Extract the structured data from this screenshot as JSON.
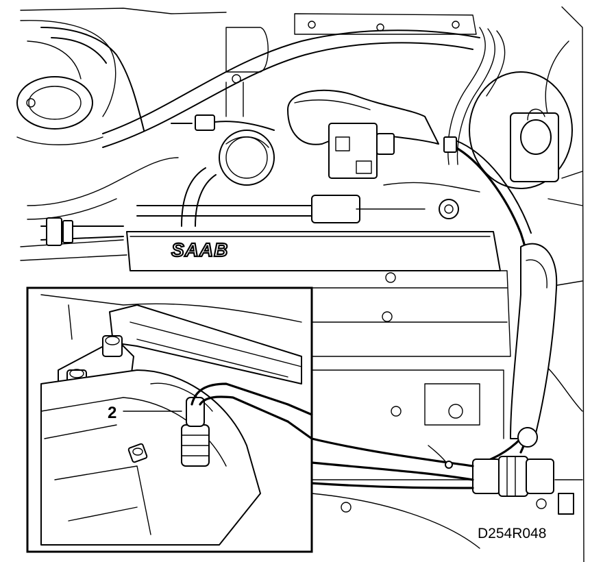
{
  "diagram": {
    "logo_text": "SAAB",
    "callouts": [
      {
        "id": "2",
        "label": "2"
      }
    ],
    "figure_code": "D254R048"
  }
}
